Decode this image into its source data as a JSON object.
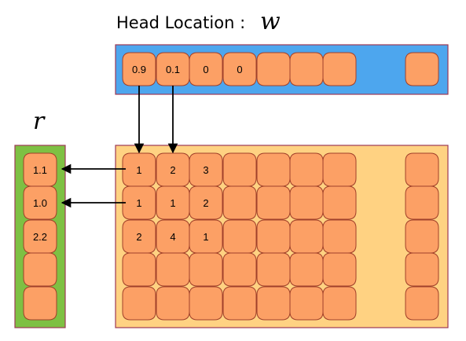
{
  "title": {
    "text": "Head Location :",
    "symbol": "w"
  },
  "read_label": "r",
  "weights": [
    "0.9",
    "0.1",
    "0",
    "0",
    "",
    "",
    "",
    ""
  ],
  "memory": [
    [
      "1",
      "2",
      "3",
      "",
      "",
      "",
      "",
      ""
    ],
    [
      "1",
      "1",
      "2",
      "",
      "",
      "",
      "",
      ""
    ],
    [
      "2",
      "4",
      "1",
      "",
      "",
      "",
      "",
      ""
    ],
    [
      "",
      "",
      "",
      "",
      "",
      "",
      "",
      ""
    ],
    [
      "",
      "",
      "",
      "",
      "",
      "",
      "",
      ""
    ]
  ],
  "read_vector": [
    "1.1",
    "1.0",
    "2.2",
    "",
    ""
  ],
  "colors": {
    "weights_panel": "#4da6ee",
    "memory_panel": "#ffd282",
    "read_panel": "#7ec043",
    "cell_fill": "#fca065",
    "cell_stroke": "#a0402a",
    "panel_border": "#9c3a55",
    "arrow": "#000000"
  }
}
